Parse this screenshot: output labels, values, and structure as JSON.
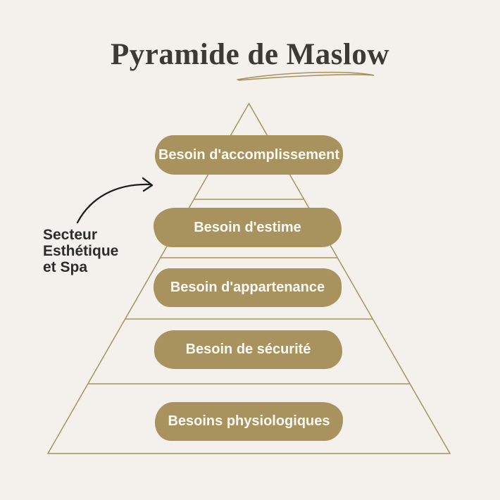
{
  "title": "Pyramide de Maslow",
  "annotation": {
    "line1": "Secteur",
    "line2": "Esthétique",
    "line3": "et Spa"
  },
  "pyramid": {
    "levels": [
      {
        "label": "Besoin d'accomplissement"
      },
      {
        "label": "Besoin d'estime"
      },
      {
        "label": "Besoin d'appartenance"
      },
      {
        "label": "Besoin de sécurité"
      },
      {
        "label": "Besoins physiologiques"
      }
    ]
  },
  "colors": {
    "background": "#f4f1ec",
    "gold": "#a8935f",
    "pill_text": "#faf9f4",
    "title_text": "#3b3a35",
    "label_text": "#2c2c2a",
    "arrow": "#1e1e1e"
  }
}
